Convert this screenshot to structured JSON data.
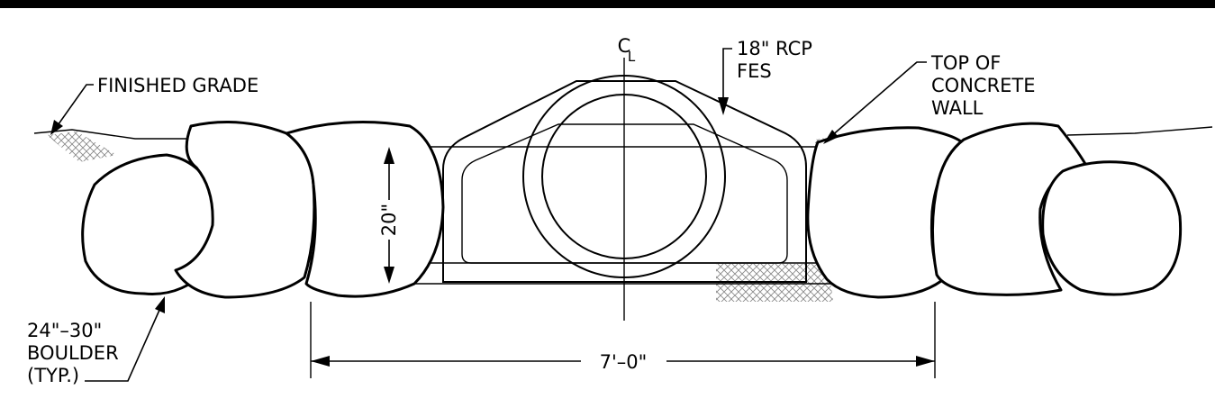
{
  "labels": {
    "finished_grade": "FINISHED GRADE",
    "centerline_c": "C",
    "centerline_l": "L",
    "pipe_line1": "18\" RCP",
    "pipe_line2": "FES",
    "wall_line1": "TOP OF",
    "wall_line2": "CONCRETE",
    "wall_line3": "WALL",
    "boulder_line1": "24\"–30\"",
    "boulder_line2": "BOULDER",
    "boulder_line3": "(TYP.)",
    "height_dim": "20\"",
    "width_dim": "7'–0\""
  },
  "colors": {
    "line": "#000000",
    "background": "#ffffff",
    "hatch": "#8a8a8a"
  }
}
